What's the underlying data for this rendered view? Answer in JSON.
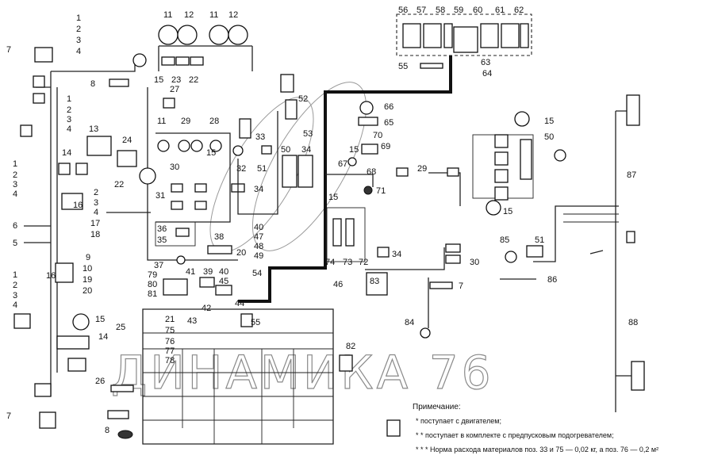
{
  "watermark": "ДИНАМИКА 76",
  "note": {
    "title": "Примечание:",
    "line1": "* поступает с двигателем;",
    "line2": "* * поступает в комплекте с предпусковым подогревателем;",
    "line3": "* * * Норма расхода материалов поз. 33 и 75 — 0,02 кг, а поз. 76 — 0,2 м²"
  },
  "top_numbers": [
    "56",
    "57",
    "58",
    "59",
    "60",
    "61",
    "62"
  ],
  "labels": {
    "l1": "1",
    "l2": "2",
    "l3": "3",
    "l4": "4",
    "l5": "5",
    "l6": "6",
    "l7": "7",
    "l8": "8",
    "l9": "9",
    "l10": "10",
    "l11": "11",
    "l12": "12",
    "l13": "13",
    "l14": "14",
    "l15": "15",
    "l16": "16",
    "l17": "17",
    "l18": "18",
    "l19": "19",
    "l20": "20",
    "l21": "21",
    "l22": "22",
    "l23": "23",
    "l24": "24",
    "l25": "25",
    "l26": "26",
    "l27": "27",
    "l28": "28",
    "l29": "29",
    "l30": "30",
    "l31": "31",
    "l32": "32",
    "l33": "33",
    "l34": "34",
    "l35": "35",
    "l36": "36",
    "l37": "37",
    "l38": "38",
    "l39": "39",
    "l40": "40",
    "l41": "41",
    "l42": "42",
    "l43": "43",
    "l44": "44",
    "l45": "45",
    "l46": "46",
    "l47": "47",
    "l48": "48",
    "l49": "49",
    "l50": "50",
    "l51": "51",
    "l52": "52",
    "l53": "53",
    "l54": "54",
    "l55": "55",
    "l63": "63",
    "l64": "64",
    "l65": "65",
    "l66": "66",
    "l67": "67",
    "l68": "68",
    "l69": "69",
    "l70": "70",
    "l71": "71",
    "l72": "72",
    "l73": "73",
    "l74": "74",
    "l75": "75",
    "l76": "76",
    "l77": "77",
    "l78": "78",
    "l79": "79",
    "l80": "80",
    "l81": "81",
    "l82": "82",
    "l83": "83",
    "l84": "84",
    "l85": "85",
    "l86": "86",
    "l87": "87",
    "l88": "88"
  }
}
